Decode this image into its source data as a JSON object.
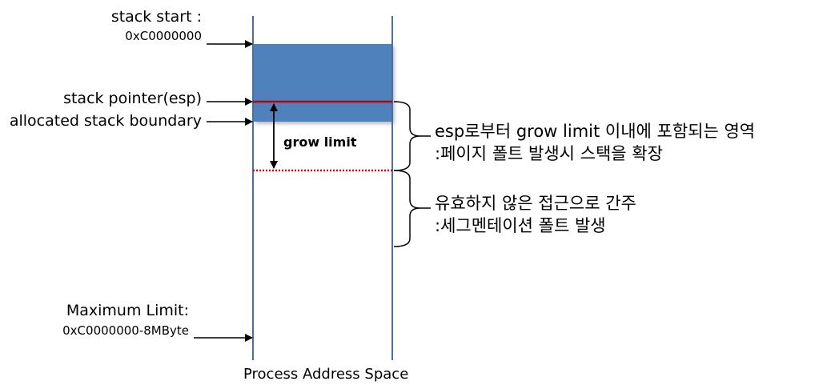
{
  "diagram": {
    "type": "memory-layout",
    "title": "Process Address Space",
    "colors": {
      "stack_fill": "#4F81BD",
      "column_border": "#4A6FA5",
      "esp_line": "#C00000",
      "grow_limit_line": "#E00000",
      "arrow": "#000000"
    },
    "left_labels": [
      {
        "id": "stack-start",
        "line1": "stack start :",
        "line2": "0xC0000000"
      },
      {
        "id": "stack-pointer",
        "line1": "stack pointer(esp)"
      },
      {
        "id": "allocated-boundary",
        "line1": "allocated stack boundary"
      },
      {
        "id": "maximum-limit",
        "line1": "Maximum Limit:",
        "line2": "0xC0000000-8MByte"
      }
    ],
    "grow_limit_label": "grow limit",
    "regions": [
      {
        "id": "growable-region",
        "line1": "esp로부터 grow limit 이내에 포함되는 영역",
        "line2": ":페이지 폴트 발생시 스택을 확장"
      },
      {
        "id": "invalid-region",
        "line1": "유효하지 않은 접근으로 간주",
        "line2": ":세그멘테이션 폴트 발생"
      }
    ],
    "caption": "Process Address Space"
  }
}
